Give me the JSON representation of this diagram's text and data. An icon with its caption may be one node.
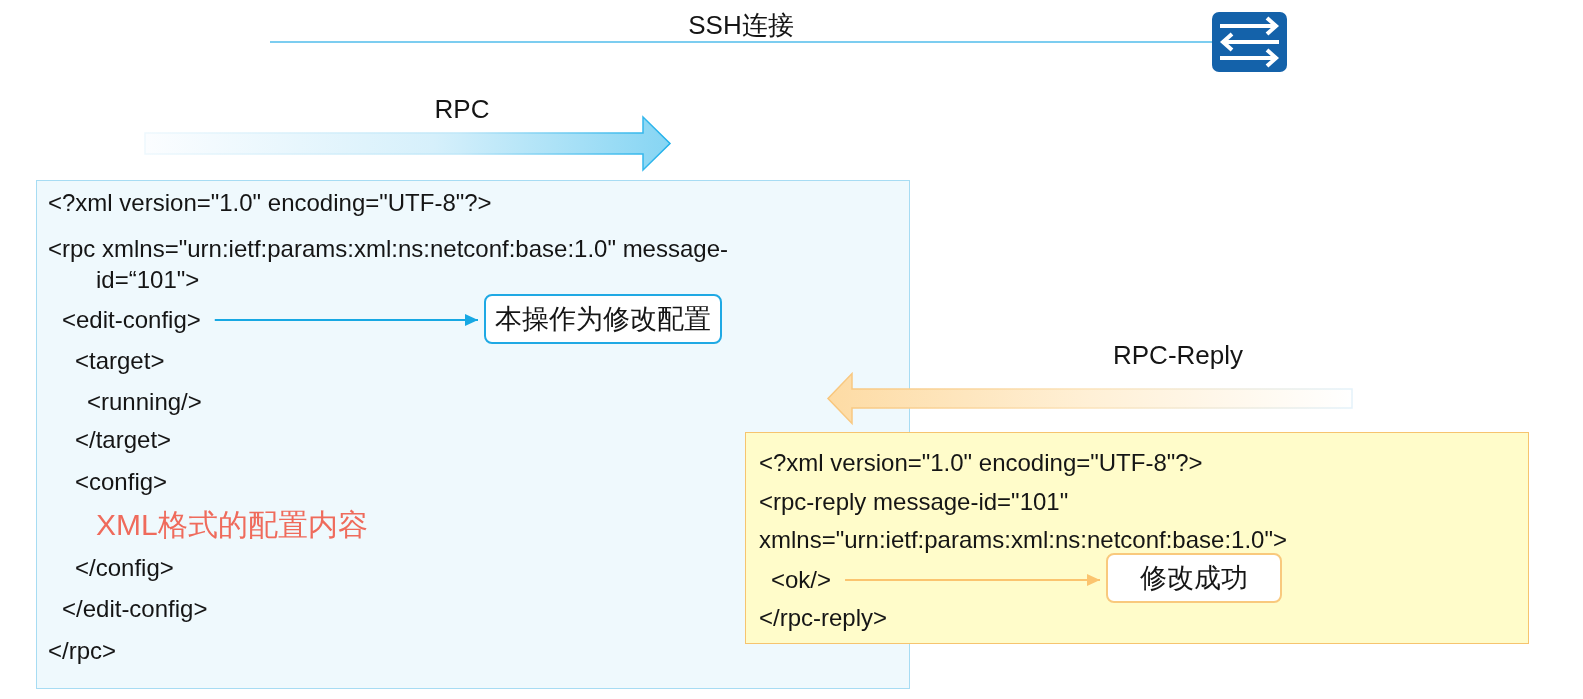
{
  "diagram": {
    "nodes": [
      {
        "text": [],
        "shape": "picture"
      },
      {
        "text": [
          "<?xml version=\"1.0\" encoding=\"UTF-8\"?>",
          "<rpc xmlns=\"urn:ietf:params:xml:ns:netconf:base:1.0\" message-id=“101\">",
          "<target>",
          "<running/>",
          "</target>",
          "<config>",
          "XML格式的配置内容",
          "</config>",
          "</edit-config>",
          "</rpc>"
        ]
      },
      {
        "text": [
          "<edit-config>"
        ],
        "in": 1
      },
      {
        "text": [
          "本操作为修改配置"
        ],
        "in": 1
      },
      {
        "text": [
          "<?xml version=\"1.0\" encoding=\"UTF-8\"?>",
          "<rpc-reply message-id=\"101\"",
          "xmlns=\"urn:ietf:params:xml:ns:netconf:base:1.0\">",
          "</rpc-reply>"
        ]
      },
      {
        "text": [
          "<ok/>"
        ]
      },
      {
        "text": [
          "修改成功"
        ],
        "in": 4
      }
    ],
    "edges": [
      {
        "from": null,
        "to": 0,
        "arrow": "none",
        "label": "SSH连接",
        "color": "#7ccdf0"
      },
      {
        "from": 2,
        "to": 3,
        "arrow": "to",
        "color": "#17a8e3"
      },
      {
        "from": 5,
        "to": 6,
        "arrow": "to",
        "color": "#fbc46f"
      }
    ],
    "labels": [
      "RPC",
      "RPC-Reply"
    ]
  }
}
